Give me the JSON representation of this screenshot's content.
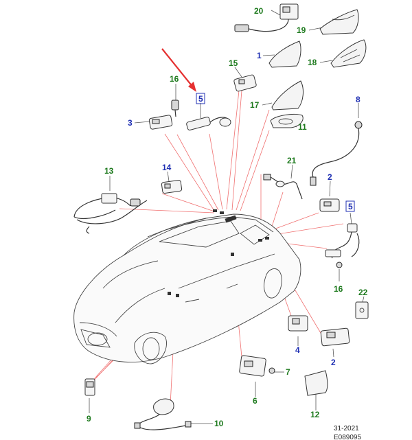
{
  "callouts": [
    {
      "id": "c20",
      "text": "20",
      "color": "green"
    },
    {
      "id": "c19",
      "text": "19",
      "color": "green"
    },
    {
      "id": "c1",
      "text": "1",
      "color": "blue"
    },
    {
      "id": "c18",
      "text": "18",
      "color": "green"
    },
    {
      "id": "c15",
      "text": "15",
      "color": "green"
    },
    {
      "id": "c16a",
      "text": "16",
      "color": "green"
    },
    {
      "id": "c5a",
      "text": "5",
      "color": "blue"
    },
    {
      "id": "c17",
      "text": "17",
      "color": "green"
    },
    {
      "id": "c8",
      "text": "8",
      "color": "blue"
    },
    {
      "id": "c3",
      "text": "3",
      "color": "blue"
    },
    {
      "id": "c11",
      "text": "11",
      "color": "green"
    },
    {
      "id": "c13",
      "text": "13",
      "color": "green"
    },
    {
      "id": "c14",
      "text": "14",
      "color": "blue"
    },
    {
      "id": "c21",
      "text": "21",
      "color": "green"
    },
    {
      "id": "c2a",
      "text": "2",
      "color": "blue"
    },
    {
      "id": "c5b",
      "text": "5",
      "color": "blue"
    },
    {
      "id": "c16b",
      "text": "16",
      "color": "green"
    },
    {
      "id": "c22",
      "text": "22",
      "color": "green"
    },
    {
      "id": "c4",
      "text": "4",
      "color": "blue"
    },
    {
      "id": "c2b",
      "text": "2",
      "color": "blue"
    },
    {
      "id": "c7",
      "text": "7",
      "color": "green"
    },
    {
      "id": "c6",
      "text": "6",
      "color": "green"
    },
    {
      "id": "c9",
      "text": "9",
      "color": "green"
    },
    {
      "id": "c10",
      "text": "10",
      "color": "green"
    },
    {
      "id": "c12",
      "text": "12",
      "color": "green"
    }
  ],
  "footer": {
    "date": "31-2021",
    "code": "E089095"
  },
  "colors": {
    "blue": "#1f2fb3",
    "green": "#1e7a1e",
    "arrow": "#e53030",
    "leader_red": "#f07070"
  }
}
